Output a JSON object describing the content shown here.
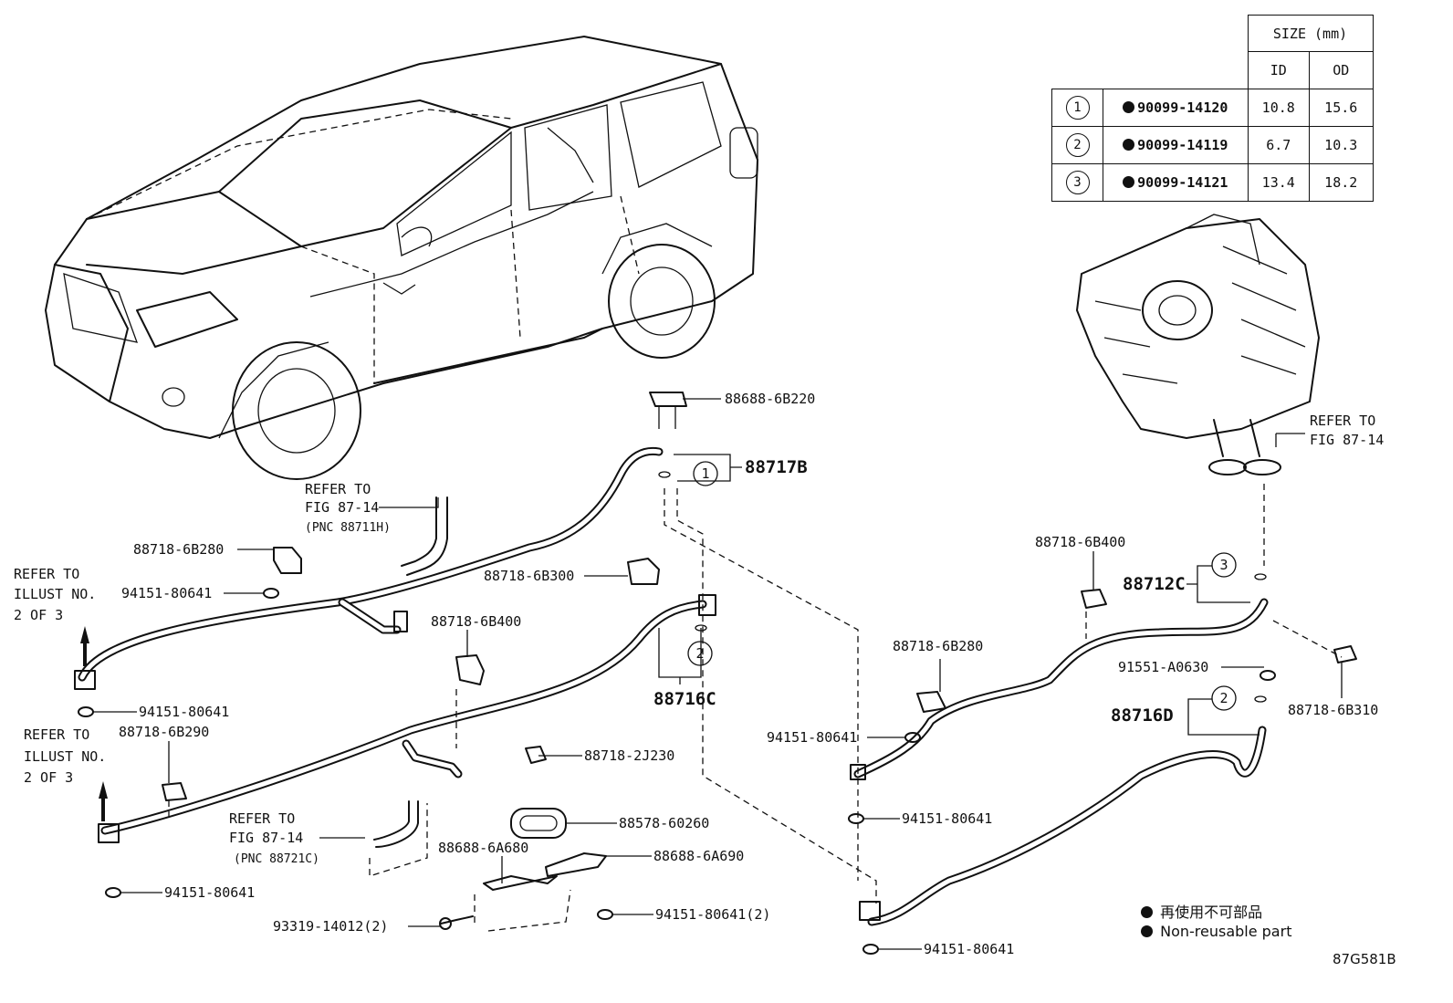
{
  "size_table": {
    "header": "SIZE (mm)",
    "col_id": "ID",
    "col_od": "OD",
    "rows": [
      {
        "no": "1",
        "part": "90099-14120",
        "id": "10.8",
        "od": "15.6"
      },
      {
        "no": "2",
        "part": "90099-14119",
        "id": "6.7",
        "od": "10.3"
      },
      {
        "no": "3",
        "part": "90099-14121",
        "id": "13.4",
        "od": "18.2"
      }
    ]
  },
  "labels": {
    "p88688_6B220": "88688-6B220",
    "p88717B": "88717B",
    "ref_fig_top_1": "REFER TO",
    "ref_fig_top_2": "FIG 87-14",
    "ref_fig_top_3": "(PNC 88711H)",
    "p88718_6B280_a": "88718-6B280",
    "p94151_a": "94151-80641",
    "illust_a_1": "REFER TO",
    "illust_a_2": "ILLUST NO.",
    "illust_a_3": "2 OF 3",
    "p88718_6B300": "88718-6B300",
    "p88718_6B400_a": "88718-6B400",
    "p94151_b": "94151-80641",
    "p88718_6B290": "88718-6B290",
    "illust_b_1": "REFER TO",
    "illust_b_2": "ILLUST NO.",
    "illust_b_3": "2 OF 3",
    "p88716C": "88716C",
    "p88718_2J230": "88718-2J230",
    "ref_fig_bot_1": "REFER TO",
    "ref_fig_bot_2": "FIG 87-14",
    "ref_fig_bot_3": "(PNC 88721C)",
    "p94151_c": "94151-80641",
    "p88578_60260": "88578-60260",
    "p88688_6A680": "88688-6A680",
    "p88688_6A690": "88688-6A690",
    "p93319": "93319-14012(2)",
    "p94151_d": "94151-80641(2)",
    "ref_fig_right_1": "REFER TO",
    "ref_fig_right_2": "FIG 87-14",
    "p88718_6B400_b": "88718-6B400",
    "p88712C": "88712C",
    "p91551": "91551-A0630",
    "p88718_6B310": "88718-6B310",
    "p88716D": "88716D",
    "p88718_6B280_b": "88718-6B280",
    "p94151_e": "94151-80641",
    "p94151_f": "94151-80641",
    "p94151_g": "94151-80641",
    "c1": "1",
    "c2a": "2",
    "c2b": "2",
    "c3": "3"
  },
  "legend": {
    "jp": "再使用不可部品",
    "en": "Non-reusable part"
  },
  "figure_code": "87G581B"
}
